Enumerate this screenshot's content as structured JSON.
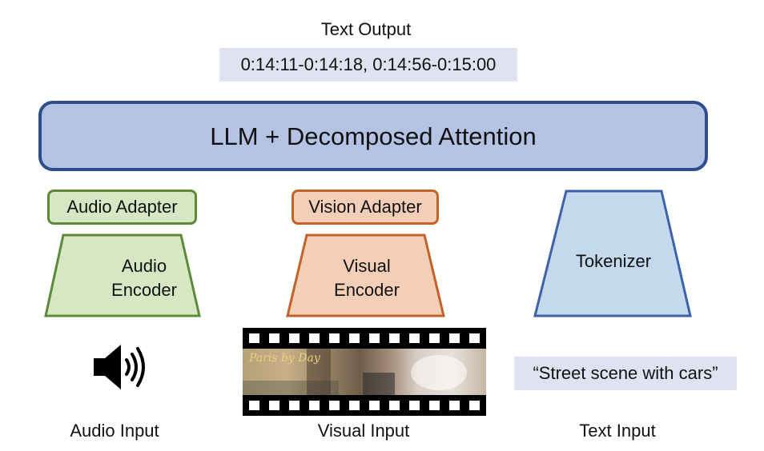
{
  "colors": {
    "highlight_bg": "#dfe3f1",
    "llm_fill": "#b4c3e3",
    "llm_border": "#2e4d8c",
    "audio_fill": "#d6e7c4",
    "audio_border": "#5d8a3a",
    "vision_fill": "#f4cfb7",
    "vision_border": "#c0622a",
    "tokenizer_fill": "#c4d9ee",
    "tokenizer_border": "#3c62a8"
  },
  "output": {
    "label": "Text Output",
    "value": "0:14:11-0:14:18, 0:14:56-0:15:00"
  },
  "llm": {
    "label": "LLM + Decomposed Attention"
  },
  "audio": {
    "adapter_label": "Audio Adapter",
    "encoder_line1": "Audio",
    "encoder_line2": "Encoder",
    "icon": "speaker-icon",
    "input_label": "Audio Input"
  },
  "vision": {
    "adapter_label": "Vision Adapter",
    "encoder_line1": "Visual",
    "encoder_line2": "Encoder",
    "film_title": "Paris by Day",
    "input_label": "Visual Input"
  },
  "text": {
    "tokenizer_label": "Tokenizer",
    "input_value": "“Street scene with cars”",
    "input_label": "Text Input"
  }
}
